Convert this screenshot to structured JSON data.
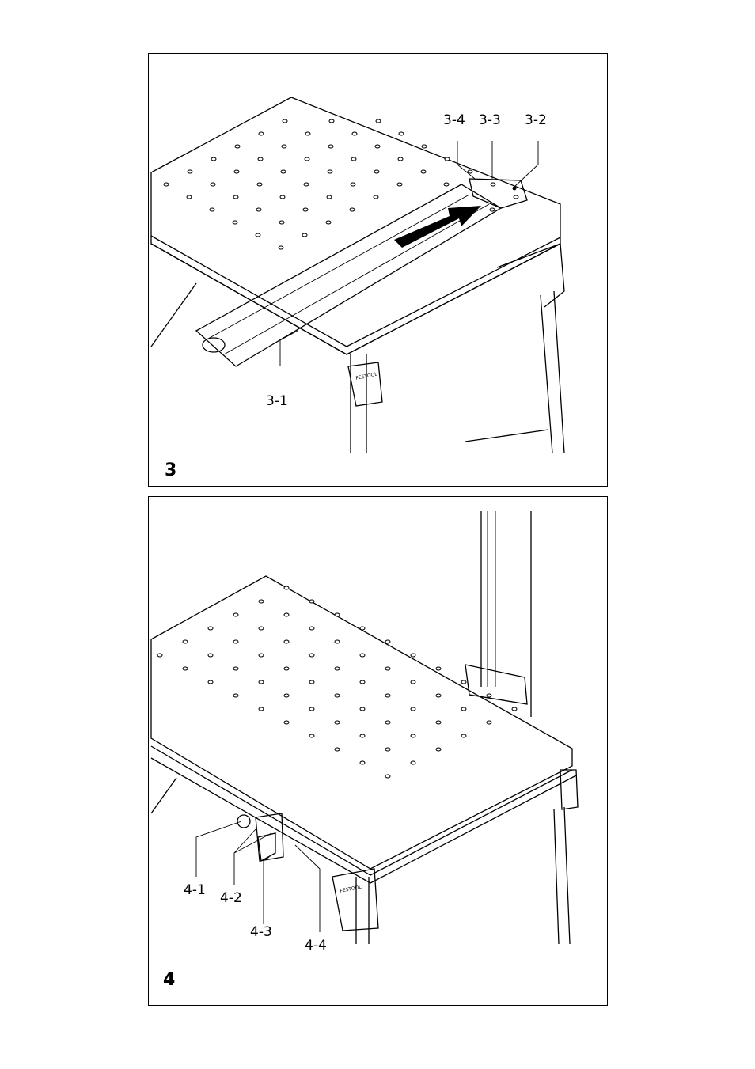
{
  "figures": [
    {
      "number": "3",
      "callouts": [
        "3-4",
        "3-3",
        "3-2",
        "3-1"
      ]
    },
    {
      "number": "4",
      "callouts": [
        "4-1",
        "4-2",
        "4-3",
        "4-4"
      ]
    }
  ],
  "brand_mark": "FESTOOL"
}
